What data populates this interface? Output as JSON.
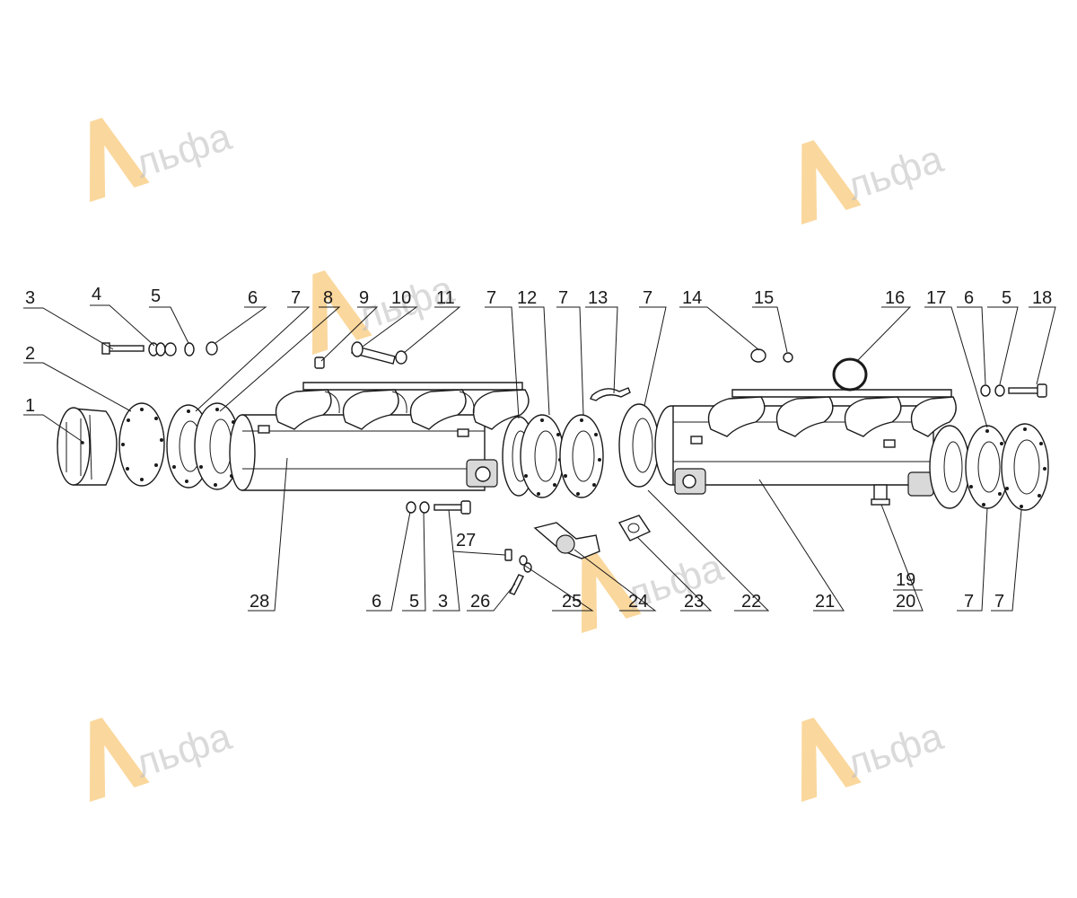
{
  "watermark": {
    "text": "льфа",
    "accent_color": "#f5a623",
    "text_color": "#bdbdbd",
    "logo_letter": "A"
  },
  "callouts": [
    {
      "id": "c1",
      "label": "1"
    },
    {
      "id": "c2",
      "label": "2"
    },
    {
      "id": "c3a",
      "label": "3"
    },
    {
      "id": "c4",
      "label": "4"
    },
    {
      "id": "c5a",
      "label": "5"
    },
    {
      "id": "c6a",
      "label": "6"
    },
    {
      "id": "c7a",
      "label": "7"
    },
    {
      "id": "c8",
      "label": "8"
    },
    {
      "id": "c9",
      "label": "9"
    },
    {
      "id": "c10",
      "label": "10"
    },
    {
      "id": "c11",
      "label": "11"
    },
    {
      "id": "c7b",
      "label": "7"
    },
    {
      "id": "c12",
      "label": "12"
    },
    {
      "id": "c7c",
      "label": "7"
    },
    {
      "id": "c13",
      "label": "13"
    },
    {
      "id": "c7d",
      "label": "7"
    },
    {
      "id": "c14",
      "label": "14"
    },
    {
      "id": "c15",
      "label": "15"
    },
    {
      "id": "c16",
      "label": "16"
    },
    {
      "id": "c17",
      "label": "17"
    },
    {
      "id": "c6b",
      "label": "6"
    },
    {
      "id": "c5b",
      "label": "5"
    },
    {
      "id": "c18",
      "label": "18"
    },
    {
      "id": "c28",
      "label": "28"
    },
    {
      "id": "c6c",
      "label": "6"
    },
    {
      "id": "c5c",
      "label": "5"
    },
    {
      "id": "c3b",
      "label": "3"
    },
    {
      "id": "c27",
      "label": "27"
    },
    {
      "id": "c26",
      "label": "26"
    },
    {
      "id": "c25",
      "label": "25"
    },
    {
      "id": "c24",
      "label": "24"
    },
    {
      "id": "c23",
      "label": "23"
    },
    {
      "id": "c22",
      "label": "22"
    },
    {
      "id": "c21",
      "label": "21"
    },
    {
      "id": "c19",
      "label": "19"
    },
    {
      "id": "c20",
      "label": "20"
    },
    {
      "id": "c7e",
      "label": "7"
    },
    {
      "id": "c7f",
      "label": "7"
    }
  ]
}
